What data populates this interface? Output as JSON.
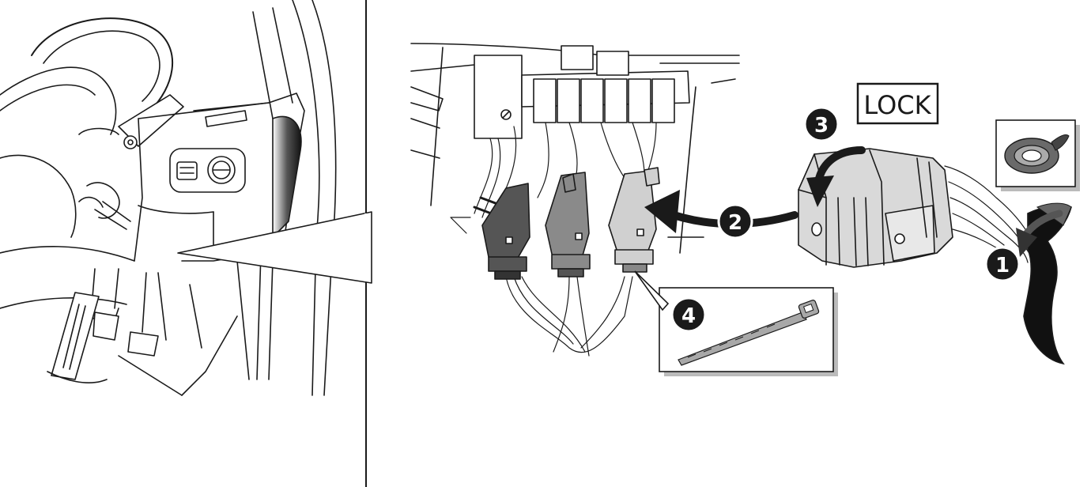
{
  "lock_label": "LOCK",
  "steps": [
    {
      "id": "step-1",
      "text": "1"
    },
    {
      "id": "step-2",
      "text": "2"
    },
    {
      "id": "step-3",
      "text": "3"
    },
    {
      "id": "step-4",
      "text": "4"
    }
  ],
  "colors": {
    "line": "#1a1a1a",
    "connector_dark": "#555555",
    "connector_mid": "#8a8a8a",
    "connector_light": "#d0d0d0",
    "module": "#d9d9d9",
    "badge": "#1a1a1a"
  },
  "icons": [
    "steering-wheel-icon",
    "dashboard-icon",
    "pedals-icon",
    "wire-harness-icon",
    "connector-icon",
    "module-icon",
    "cable-tie-icon",
    "tape-roll-icon",
    "arrow-icon"
  ]
}
